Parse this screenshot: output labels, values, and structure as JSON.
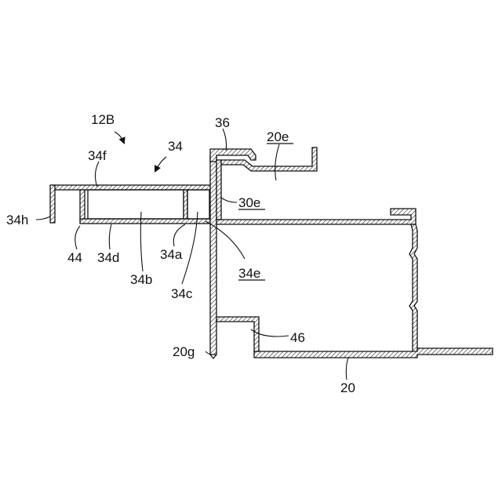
{
  "labels": {
    "l12B": "12B",
    "l34": "34",
    "l34f": "34f",
    "l36": "36",
    "l20e": "20e",
    "l30e": "30e",
    "l34h": "34h",
    "l44": "44",
    "l34d": "34d",
    "l34a": "34a",
    "l34b": "34b",
    "l34c": "34c",
    "l34e": "34e",
    "l46": "46",
    "l20g": "20g",
    "l20": "20"
  }
}
